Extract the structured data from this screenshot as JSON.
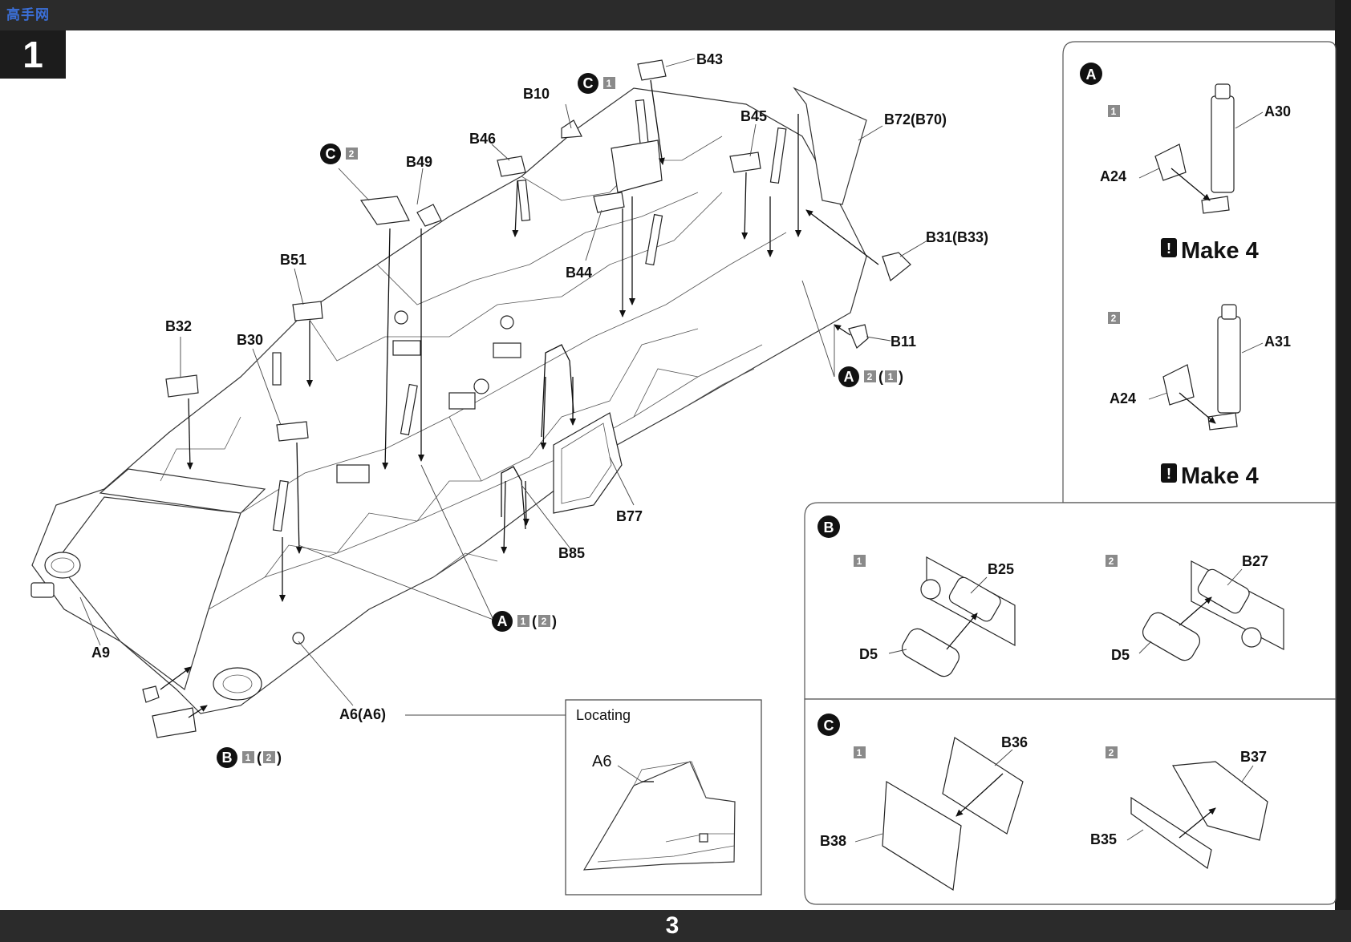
{
  "logo": "高手网",
  "step_number": "1",
  "page_number": "3",
  "main_labels": {
    "b43": "B43",
    "b10": "B10",
    "b46": "B46",
    "b45": "B45",
    "b72": "B72(B70)",
    "b49": "B49",
    "b31": "B31(B33)",
    "b44": "B44",
    "b51": "B51",
    "b32": "B32",
    "b30": "B30",
    "b11": "B11",
    "b77": "B77",
    "b85": "B85",
    "a9": "A9",
    "a6": "A6(A6)"
  },
  "callouts": {
    "c1": {
      "letter": "C",
      "sub": "1",
      "paren": ""
    },
    "c2": {
      "letter": "C",
      "sub": "2",
      "paren": ""
    },
    "a21": {
      "letter": "A",
      "sub": "2",
      "paren": "1"
    },
    "a12": {
      "letter": "A",
      "sub": "1",
      "paren": "2"
    },
    "b12": {
      "letter": "B",
      "sub": "1",
      "paren": "2"
    }
  },
  "locating": {
    "title": "Locating",
    "part": "A6"
  },
  "panel_a": {
    "letter": "A",
    "step1": {
      "num": "1",
      "part_top": "A30",
      "part_left": "A24",
      "note": "Make 4"
    },
    "step2": {
      "num": "2",
      "part_top": "A31",
      "part_left": "A24",
      "note": "Make 4"
    }
  },
  "panel_b": {
    "letter": "B",
    "step1": {
      "num": "1",
      "part_top": "B25",
      "part_left": "D5"
    },
    "step2": {
      "num": "2",
      "part_top": "B27",
      "part_left": "D5"
    }
  },
  "panel_c": {
    "letter": "C",
    "step1": {
      "num": "1",
      "part_top": "B36",
      "part_left": "B38"
    },
    "step2": {
      "num": "2",
      "part_top": "B37",
      "part_left": "B35"
    }
  },
  "warning_icon": "exclamation-icon"
}
